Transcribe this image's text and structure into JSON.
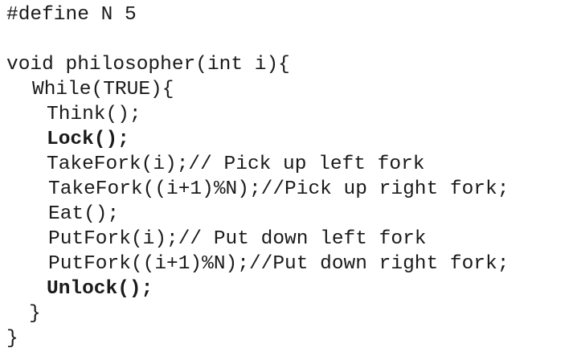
{
  "code": {
    "lines": [
      {
        "text": "#define N 5",
        "bold": false
      },
      {
        "text": "",
        "bold": false
      },
      {
        "text": "void philosopher(int i){",
        "bold": false
      },
      {
        "text": "While(TRUE){",
        "bold": false
      },
      {
        "text": "Think();",
        "bold": false
      },
      {
        "text": "Lock();",
        "bold": true
      },
      {
        "text": "TakeFork(i);// Pick up left fork",
        "bold": false
      },
      {
        "text": "TakeFork((i+1)%N);//Pick up right fork;",
        "bold": false
      },
      {
        "text": "Eat();",
        "bold": false
      },
      {
        "text": "PutFork(i);// Put down left fork",
        "bold": false
      },
      {
        "text": "PutFork((i+1)%N);//Put down right fork;",
        "bold": false
      },
      {
        "text": "Unlock();",
        "bold": true
      },
      {
        "text": "}",
        "bold": false
      },
      {
        "text": "}",
        "bold": false
      }
    ]
  }
}
